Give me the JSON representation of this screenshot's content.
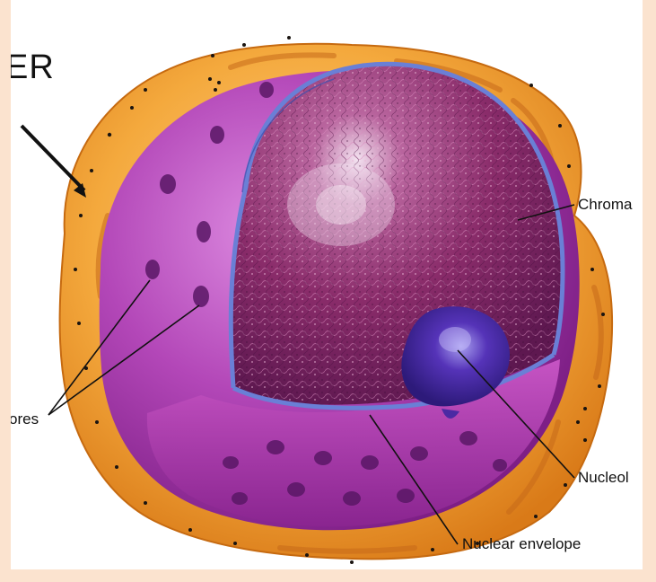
{
  "labels": {
    "er": "ER",
    "pores": "ores",
    "chromatin": "Chroma",
    "nucleolus": "Nucleol",
    "nuclear_envelope": "Nuclear envelope"
  },
  "colors": {
    "page_border": "#fbe3cf",
    "er_orange": "#f0a33c",
    "envelope_purple": "#b83fb4",
    "chromatin": "#8a2c6a",
    "nucleolus": "#4b2aa3",
    "envelope_edge": "#6a7fd6"
  }
}
